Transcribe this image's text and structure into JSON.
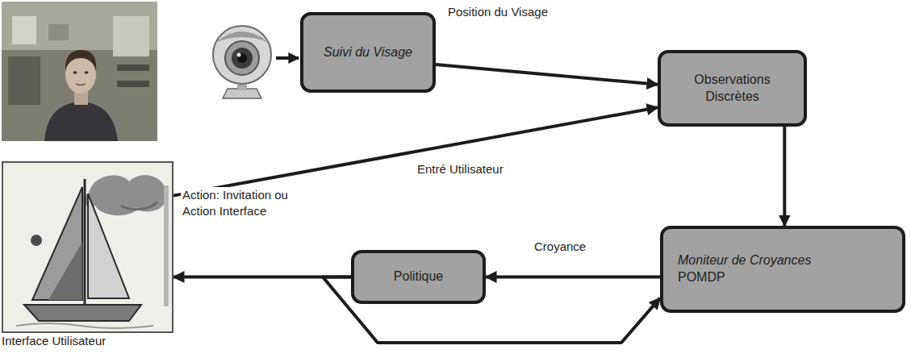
{
  "diagram": {
    "nodes": [
      {
        "text": [
          "Suivi du Visage"
        ]
      },
      {
        "text": [
          "Observations Discrètes"
        ]
      },
      {
        "text": [
          "Moniteur de Croyances",
          "POMDP"
        ]
      },
      {
        "text": [
          "Politique"
        ]
      },
      {
        "text": [
          "Interface Utilisateur"
        ]
      }
    ],
    "edges": [
      {
        "from": 0,
        "to": 1,
        "label": "Position du Visage",
        "arrow": "to"
      },
      {
        "from": 4,
        "to": 1,
        "label": "Entré Utilisateur",
        "arrow": "to"
      },
      {
        "from": 1,
        "to": 2,
        "arrow": "to"
      },
      {
        "from": 2,
        "to": 3,
        "label": "Croyance",
        "arrow": "to"
      },
      {
        "from": 3,
        "to": 4,
        "label": "Action: Invitation ou Action Interface",
        "arrow": "to"
      },
      {
        "from": 3,
        "to": 2,
        "arrow": "to"
      }
    ]
  }
}
